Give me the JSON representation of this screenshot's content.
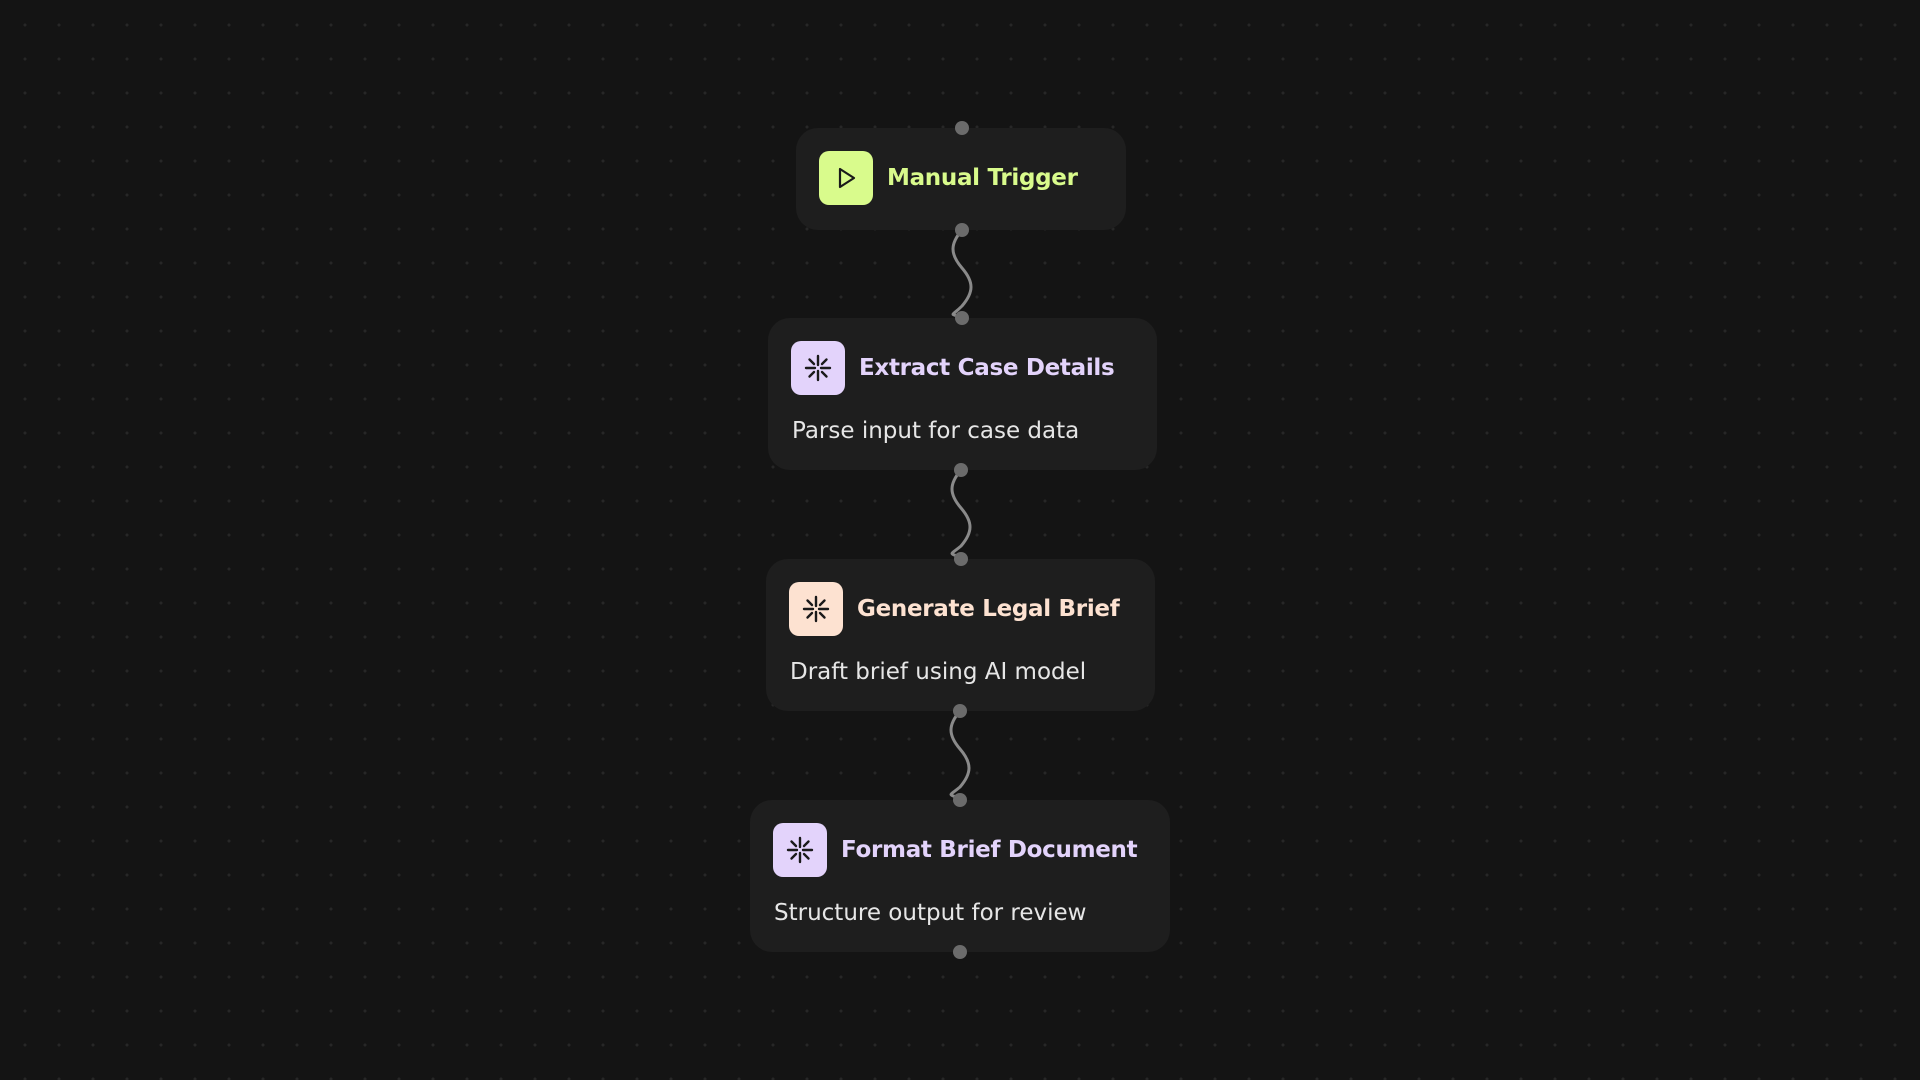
{
  "nodes": [
    {
      "id": "manual-trigger",
      "title": "Manual Trigger",
      "description": "",
      "icon": "play-icon",
      "icon_bg": "#d9fb8c",
      "title_color": "#d9fb8c"
    },
    {
      "id": "extract-case-details",
      "title": "Extract Case Details",
      "description": "Parse input for case data",
      "icon": "sparkle-asterisk-icon",
      "icon_bg": "#e3d3fb",
      "title_color": "#e3d3fb"
    },
    {
      "id": "generate-legal-brief",
      "title": "Generate Legal Brief",
      "description": "Draft brief using AI model",
      "icon": "sparkle-asterisk-icon",
      "icon_bg": "#fde2d1",
      "title_color": "#fde2d1"
    },
    {
      "id": "format-brief-document",
      "title": "Format Brief Document",
      "description": "Structure output for review",
      "icon": "sparkle-asterisk-icon",
      "icon_bg": "#e3d3fb",
      "title_color": "#e3d3fb"
    }
  ],
  "colors": {
    "canvas_bg": "#141414",
    "node_bg": "#1e1e1e",
    "handle": "#6b6b6b",
    "edge": "#8a8a8a"
  }
}
